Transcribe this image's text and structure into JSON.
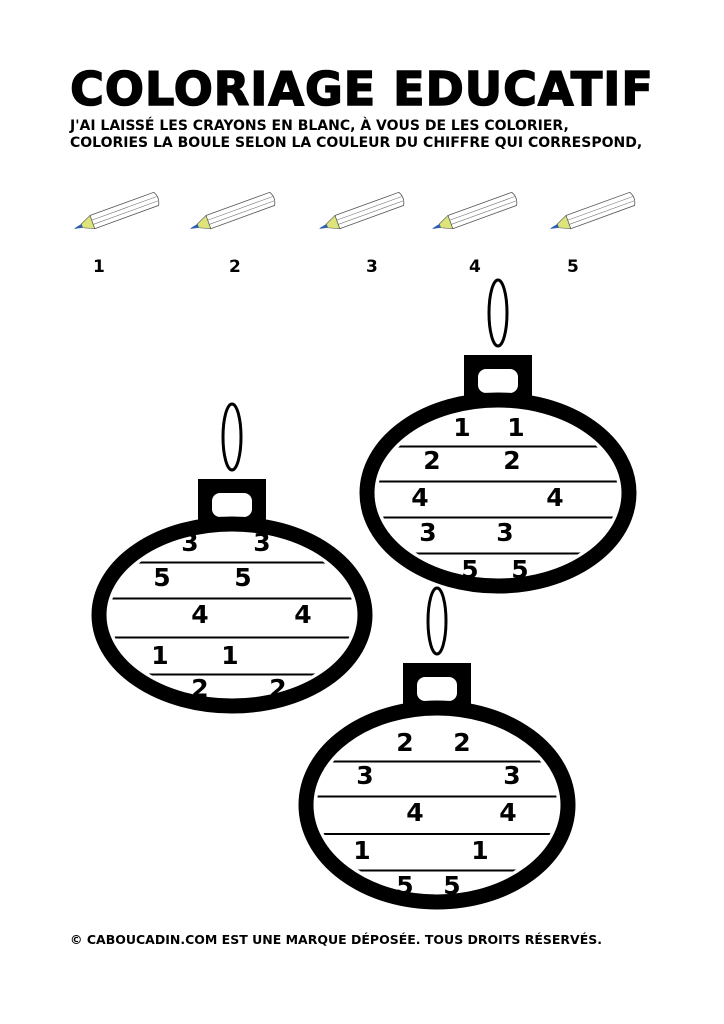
{
  "title": "COLORIAGE EDUCATIF",
  "instructions": [
    "J'AI LAISSÉ LES CRAYONS EN BLANC, À VOUS DE LES COLORIER,",
    "COLORIES LA BOULE SELON LA COULEUR DU CHIFFRE QUI CORRESPOND,"
  ],
  "pencils": [
    {
      "label": "1"
    },
    {
      "label": "2"
    },
    {
      "label": "3"
    },
    {
      "label": "4"
    },
    {
      "label": "5"
    }
  ],
  "colors": {
    "pencil_tip": "#2f5fb3",
    "pencil_wood": "#dde57a",
    "ink": "#000000"
  },
  "ornaments": [
    {
      "rows": [
        [
          "3",
          "3"
        ],
        [
          "5",
          "5"
        ],
        [
          "4",
          "4"
        ],
        [
          "1",
          "1"
        ],
        [
          "2",
          "2"
        ]
      ]
    },
    {
      "rows": [
        [
          "1",
          "1"
        ],
        [
          "2",
          "2"
        ],
        [
          "4",
          "4"
        ],
        [
          "3",
          "3"
        ],
        [
          "5",
          "5"
        ]
      ]
    },
    {
      "rows": [
        [
          "2",
          "2"
        ],
        [
          "3",
          "3"
        ],
        [
          "4",
          "4"
        ],
        [
          "1",
          "1"
        ],
        [
          "5",
          "5"
        ]
      ]
    }
  ],
  "footer": "©  CABOUCADIN.COM EST UNE MARQUE DÉPOSÉE. TOUS DROITS RÉSERVÉS."
}
